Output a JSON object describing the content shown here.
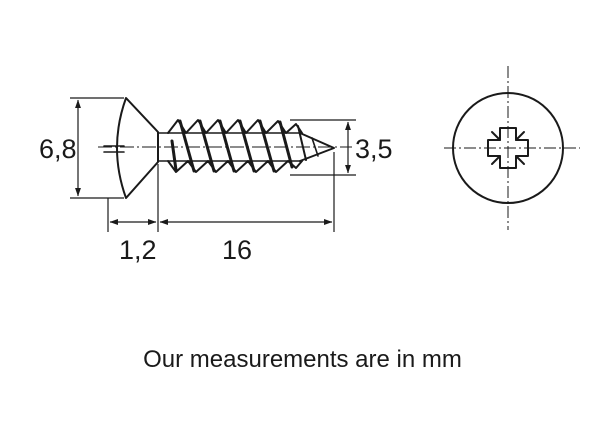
{
  "dimensions": {
    "head_diameter": "6,8",
    "thread_diameter": "3,5",
    "head_height": "1,2",
    "length": "16"
  },
  "caption": "Our measurements are in mm"
}
